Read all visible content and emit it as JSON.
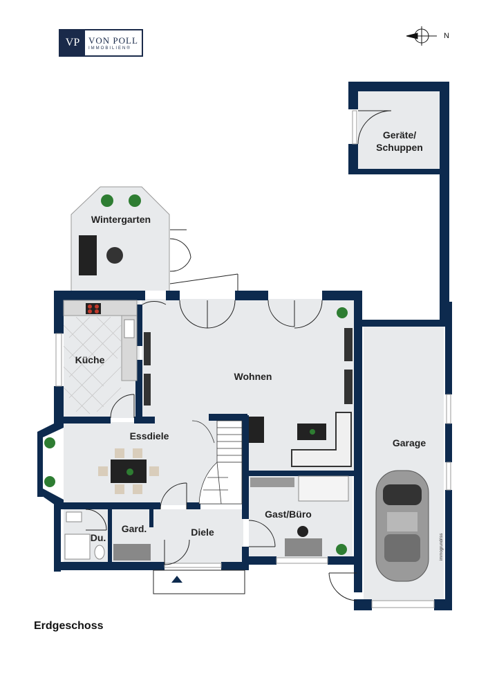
{
  "brand": {
    "logo_mark": "VP",
    "logo_name": "VON POLL",
    "logo_sub": "IMMOBILIEN®"
  },
  "compass": {
    "north_label": "N"
  },
  "floor": {
    "title": "Erdgeschoss"
  },
  "rooms": {
    "wintergarten": "Wintergarten",
    "geraete_line1": "Geräte/",
    "geraete_line2": "Schuppen",
    "kueche": "Küche",
    "wohnen": "Wohnen",
    "essdiele": "Essdiele",
    "garage": "Garage",
    "gast_buero": "Gast/Büro",
    "diele": "Diele",
    "gard": "Gard.",
    "du": "Du."
  },
  "side_note": "immogrundriss",
  "colors": {
    "wall": "#0d2a4e",
    "floor": "#e8eaec",
    "kitchen_tile": "#f2f2f2"
  }
}
